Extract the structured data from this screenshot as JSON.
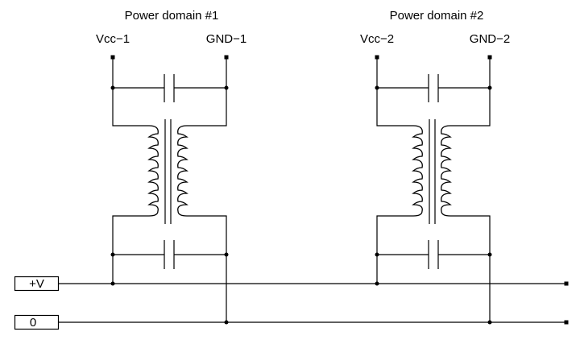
{
  "domains": [
    {
      "title": "Power domain #1",
      "vcc_label": "Vcc−1",
      "gnd_label": "GND−1"
    },
    {
      "title": "Power domain #2",
      "vcc_label": "Vcc−2",
      "gnd_label": "GND−2"
    }
  ],
  "rails": {
    "positive_label": "+V",
    "zero_label": "0"
  }
}
